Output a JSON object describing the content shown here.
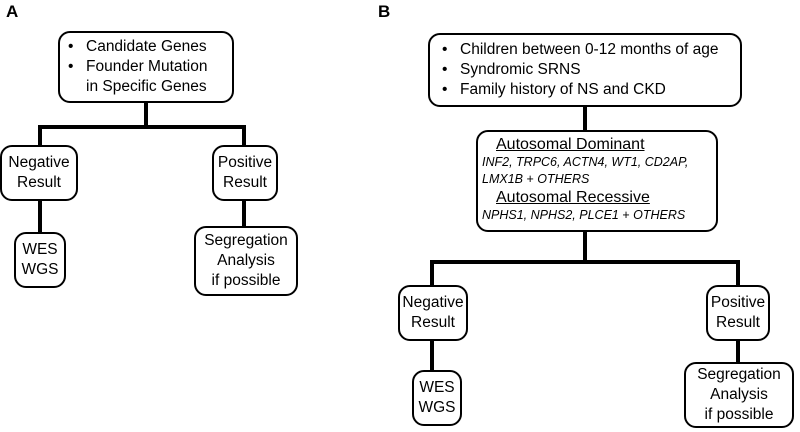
{
  "panel_a": {
    "label": "A",
    "top_box": {
      "items": [
        "Candidate Genes",
        "Founder Mutation",
        "in Specific Genes"
      ]
    },
    "negative": [
      "Negative",
      "Result"
    ],
    "positive": [
      "Positive",
      "Result"
    ],
    "wes_wgs": [
      "WES",
      "WGS"
    ],
    "segregation": [
      "Segregation",
      "Analysis",
      "if possible"
    ]
  },
  "panel_b": {
    "label": "B",
    "top_box": {
      "items": [
        "Children between 0-12 months of age",
        "Syndromic SRNS",
        "Family history of NS and CKD"
      ]
    },
    "middle_box": {
      "dominant_title": "Autosomal Dominant",
      "dominant_genes_line1": "INF2, TRPC6, ACTN4, WT1, CD2AP,",
      "dominant_genes_line2": "LMX1B",
      "dominant_plus": " + ",
      "dominant_others": "OTHERS",
      "recessive_title": "Autosomal Recessive",
      "recessive_genes": "NPHS1, NPHS2, PLCE1",
      "recessive_plus": " + ",
      "recessive_others": "OTHERS"
    },
    "negative": [
      "Negative",
      "Result"
    ],
    "positive": [
      "Positive",
      "Result"
    ],
    "wes_wgs": [
      "WES",
      "WGS"
    ],
    "segregation": [
      "Segregation",
      "Analysis",
      "if possible"
    ]
  },
  "bullet_symbol": "•"
}
